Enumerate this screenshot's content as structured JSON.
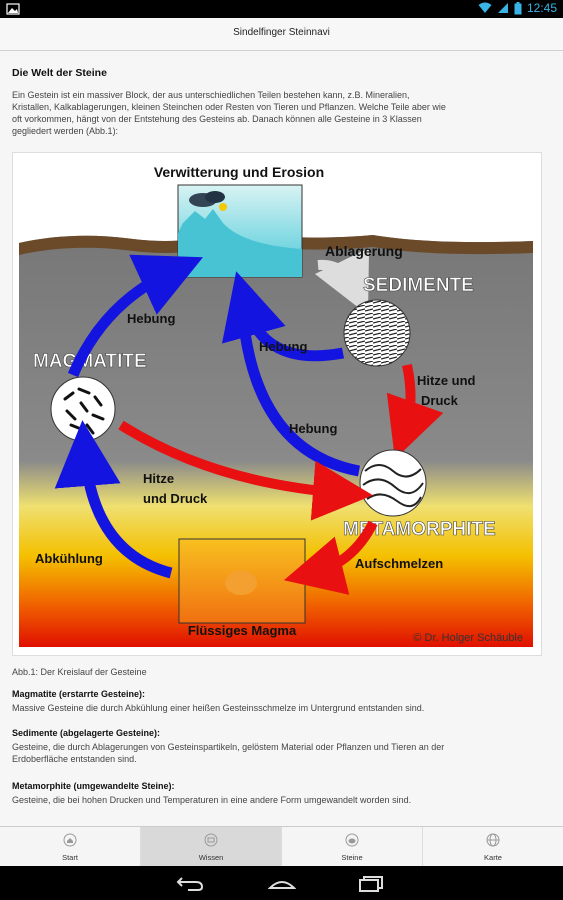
{
  "status": {
    "time": "12:45"
  },
  "app": {
    "title": "Sindelfinger Steinnavi"
  },
  "article": {
    "heading": "Die Welt der Steine",
    "intro_lines": [
      "Ein Gestein ist ein massiver Block, der aus unterschiedlichen Teilen bestehen kann, z.B. Mineralien,",
      "Kristallen, Kalkablagerungen, kleinen Steinchen oder Resten von Tieren und Pflanzen. Welche Teile aber wie",
      "oft vorkommen, hängt von der Entstehung des Gesteins ab. Danach können alle Gesteine in 3 Klassen",
      "gegliedert werden (Abb.1):"
    ],
    "caption": "Abb.1: Der Kreislauf der Gesteine",
    "definitions": [
      {
        "term": "Magmatite (erstarrte Gesteine):",
        "lines": [
          "Massive Gesteine die durch Abkühlung einer heißen Gesteinsschmelze im Untergrund entstanden sind."
        ]
      },
      {
        "term": "Sedimente (abgelagerte Gesteine):",
        "lines": [
          "Gesteine, die durch Ablagerungen von Gesteinspartikeln, gelöstem Material oder Pflanzen und Tieren an der",
          "Erdoberfläche entstanden sind."
        ]
      },
      {
        "term": "Metamorphite (umgewandelte Steine):",
        "lines": [
          "Gesteine, die bei hohen Drucken und Temperaturen in eine andere Form umgewandelt worden sind."
        ]
      }
    ]
  },
  "diagram": {
    "title": "Verwitterung und Erosion",
    "labels": {
      "ablagerung": "Ablagerung",
      "sedimente": "SEDIMENTE",
      "hebung1": "Hebung",
      "hebung2": "Hebung",
      "hebung3": "Hebung",
      "magmatite": "MAGMATITE",
      "hitze_druck_right_1": "Hitze und",
      "hitze_druck_right_2": "Druck",
      "hitze_druck_center_1": "Hitze",
      "hitze_druck_center_2": "und Druck",
      "metamorphite": "METAMORPHITE",
      "abkuehlung": "Abkühlung",
      "aufschmelzen": "Aufschmelzen",
      "magma": "Flüssiges Magma",
      "copyright": "© Dr. Holger Schäuble"
    }
  },
  "tabs": [
    {
      "label": "Start",
      "icon": "home-icon"
    },
    {
      "label": "Wissen",
      "icon": "book-icon"
    },
    {
      "label": "Steine",
      "icon": "stone-icon"
    },
    {
      "label": "Karte",
      "icon": "globe-icon"
    }
  ],
  "active_tab": "Wissen"
}
